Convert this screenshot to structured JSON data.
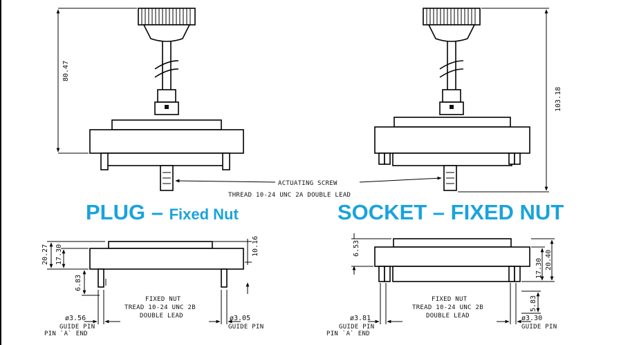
{
  "titles": {
    "plug_main": "PLUG –",
    "plug_sub": "Fixed Nut",
    "socket": "SOCKET – FIXED NUT"
  },
  "top_dimensions": {
    "plug_height": "80.47",
    "socket_height": "103.18"
  },
  "actuating_screw_note": {
    "line1": "ACTUATING SCREW",
    "line2": "THREAD 10-24 UNC 2A DOUBLE LEAD"
  },
  "plug_bottom": {
    "dims": {
      "overall": "20.27",
      "body": "17.30",
      "top_right": "10.16",
      "pin": "6.83",
      "guide_left": "ø3.56",
      "guide_right": "ø3.05"
    },
    "note": [
      "FIXED NUT",
      "TREAD 10-24 UNC 2B",
      "DOUBLE LEAD"
    ],
    "guide_pin_left": "GUIDE PIN",
    "pin_a_end": "PIN `A` END",
    "guide_pin_right": "GUIDE PIN"
  },
  "socket_bottom": {
    "dims": {
      "top_left": "6.53",
      "body": "17.30",
      "overall": "20.40",
      "pin": "5.83",
      "guide_left": "ø3.81",
      "guide_right": "ø3.30"
    },
    "note": [
      "FIXED NUT",
      "TREAD 10-24 UNC 2B",
      "DOUBLE LEAD"
    ],
    "guide_pin_left": "GUIDE PIN",
    "pin_a_end": "PIN `A` END",
    "guide_pin_right": "GUIDE PIN"
  }
}
